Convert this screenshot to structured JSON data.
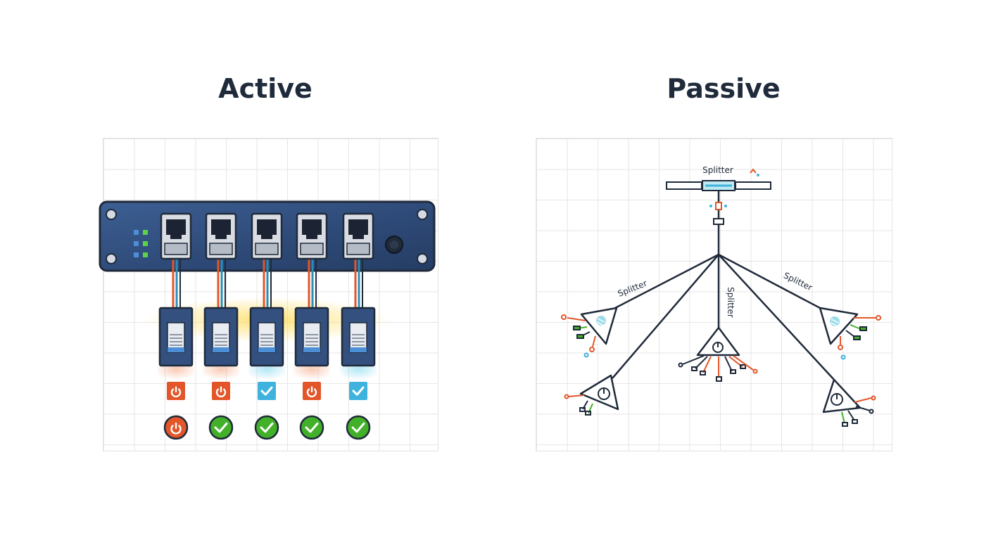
{
  "active": {
    "title": "Active",
    "ports": [
      {
        "switch_icon": "power-icon",
        "switch_color": "#e2562a",
        "status_icon": "power-icon",
        "status_color": "#e2562a"
      },
      {
        "switch_icon": "power-icon",
        "switch_color": "#e2562a",
        "status_icon": "check-icon",
        "status_color": "#43b02a"
      },
      {
        "switch_icon": "check-icon",
        "switch_color": "#3fb3de",
        "status_icon": "check-icon",
        "status_color": "#43b02a"
      },
      {
        "switch_icon": "power-icon",
        "switch_color": "#e2562a",
        "status_icon": "check-icon",
        "status_color": "#43b02a"
      },
      {
        "switch_icon": "check-icon",
        "switch_color": "#3fb3de",
        "status_icon": "check-icon",
        "status_color": "#43b02a"
      }
    ]
  },
  "passive": {
    "title": "Passive",
    "labels": {
      "top": "Splitter",
      "left": "Splitter",
      "center": "Splitter",
      "right": "Splitter"
    }
  },
  "colors": {
    "panel": "#33507e",
    "dark": "#1f2a3a",
    "orange": "#e2562a",
    "cyan": "#3fb3de",
    "green": "#43b02a",
    "led": "#5bd44a"
  }
}
